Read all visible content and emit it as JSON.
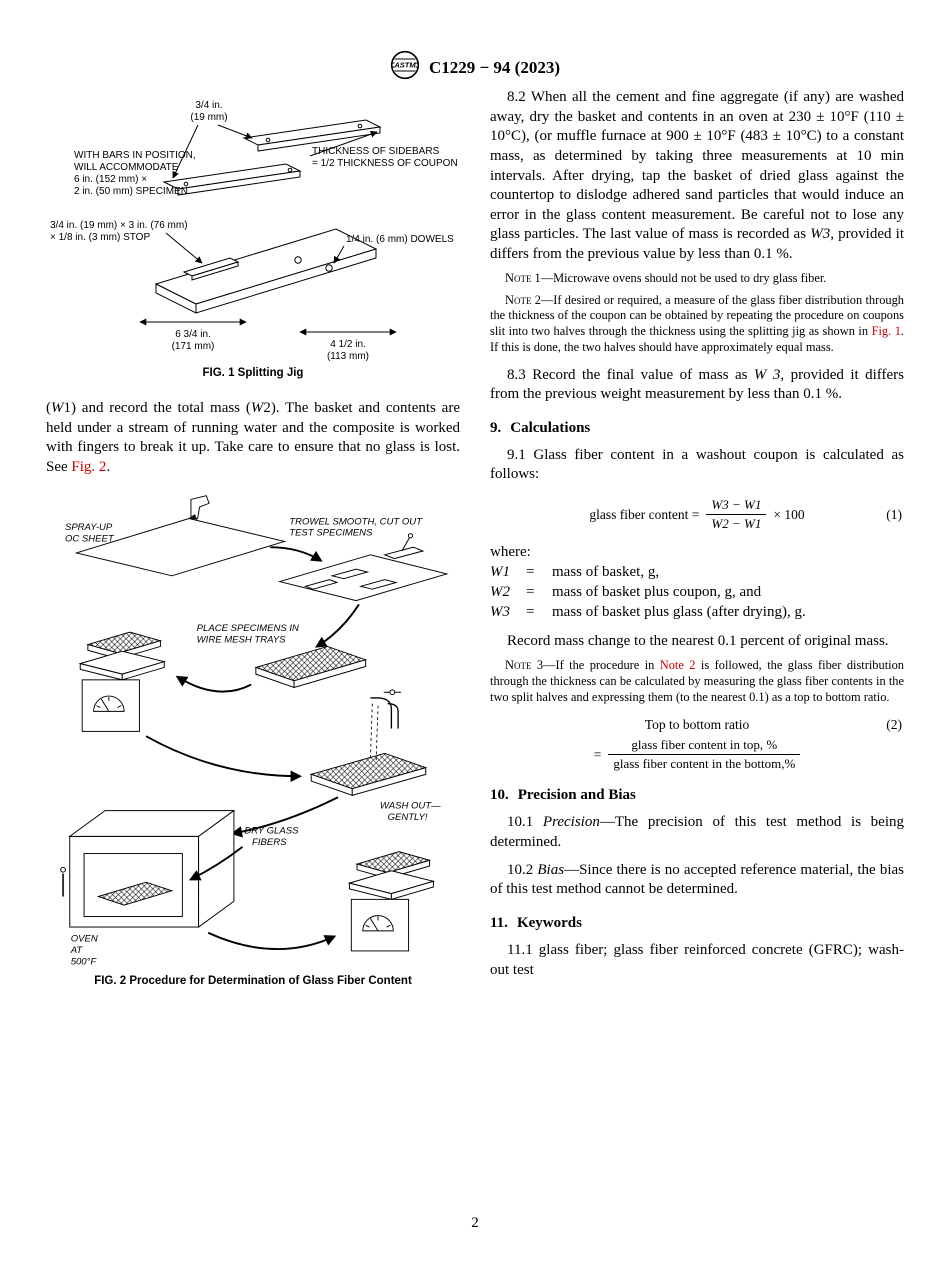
{
  "header": {
    "logo_text": "ASTM",
    "title": "C1229 − 94 (2023)"
  },
  "footer": {
    "page_number": "2"
  },
  "fig1": {
    "caption": "FIG. 1 Splitting Jig",
    "labels": {
      "dim_bar_1": "3/4 in.",
      "dim_bar_2": "(19 mm)",
      "thickness_1": "THICKNESS OF SIDEBARS",
      "thickness_2": "= 1/2 THICKNESS OF COUPON",
      "accommodate_1": "WITH BARS IN POSITION,",
      "accommodate_2": "WILL ACCOMMODATE",
      "accommodate_3": "6 in. (152 mm) ×",
      "accommodate_4": "2 in. (50 mm) SPECIMEN",
      "stop_1": "3/4 in. (19 mm) × 3 in. (76 mm)",
      "stop_2": "× 1/8 in. (3 mm) STOP",
      "dowels": "1/4 in. (6 mm) DOWELS",
      "dim_length_1": "6 3/4 in.",
      "dim_length_2": "(171 mm)",
      "dim_width_1": "4 1/2 in.",
      "dim_width_2": "(113 mm)"
    }
  },
  "left_text": {
    "p1": "(",
    "w1": "W",
    "p2": "1) and record the total mass (",
    "w2": "W",
    "p3": "2). The basket and contents are held under a stream of running water and the composite is worked with fingers to break it up. Take care to ensure that no glass is lost. See ",
    "link": "Fig. 2",
    "p4": "."
  },
  "fig2": {
    "caption": "FIG. 2 Procedure for Determination of Glass Fiber Content",
    "labels": {
      "spray_1": "SPRAY-UP",
      "spray_2": "OC SHEET",
      "trowel_1": "TROWEL SMOOTH, CUT OUT",
      "trowel_2": "TEST SPECIMENS",
      "place_1": "PLACE SPECIMENS IN",
      "place_2": "WIRE MESH TRAYS",
      "wash_1": "WASH OUT—",
      "wash_2": "GENTLY!",
      "dry_1": "DRY GLASS",
      "dry_2": "FIBERS",
      "oven_1": "OVEN",
      "oven_2": "AT",
      "oven_3": "500°F"
    }
  },
  "sec8": {
    "p82_pre": "8.2 When all the cement and fine aggregate (if any) are washed away, dry the basket and contents in an oven at 230 ± 10°F (110 ± 10°C), (or muffle furnace at 900 ± 10°F (483 ± 10°C) to a constant mass, as determined by taking three measurements at 10 min intervals. After drying, tap the basket of dried glass against the countertop to dislodge adhered sand particles that would induce an error in the glass content measurement. Be careful not to lose any glass particles. The last value of mass is recorded as ",
    "p82_w3": "W3",
    "p82_post": ", provided it differs from the previous value by less than 0.1 %.",
    "note1_label": "Note 1—",
    "note1_text": "Microwave ovens should not be used to dry glass fiber.",
    "note2_label": "Note 2—",
    "note2_pre": "If desired or required, a measure of the glass fiber distribution through the thickness of the coupon can be obtained by repeating the procedure on coupons slit into two halves through the thickness using the splitting jig as shown in ",
    "note2_link": "Fig. 1",
    "note2_post": ". If this is done, the two halves should have approximately equal mass.",
    "p83_pre": "8.3 Record the final value of mass as ",
    "p83_w3": "W 3",
    "p83_post": ", provided it differs from the previous weight measurement by less than 0.1 %."
  },
  "sec9": {
    "heading_num": "9.",
    "heading": "Calculations",
    "p91": "9.1 Glass fiber content in a washout coupon is calculated as follows:",
    "eq1_lhs": "glass fiber content =",
    "eq1_num": "W3 − W1",
    "eq1_den": "W2 − W1",
    "eq1_suffix": "× 100",
    "eq1_number": "(1)",
    "where_label": "where:",
    "where_rows": [
      {
        "sym": "W1",
        "eq": "=",
        "desc": "mass of basket, g,"
      },
      {
        "sym": "W2",
        "eq": "=",
        "desc": "mass of basket plus coupon, g, and"
      },
      {
        "sym": "W3",
        "eq": "=",
        "desc": "mass of basket plus glass (after drying), g."
      }
    ],
    "record": "Record mass change to the nearest 0.1 percent of original mass.",
    "note3_label": "Note 3—",
    "note3_pre": "If the procedure in ",
    "note3_link": "Note 2",
    "note3_post": " is followed, the glass fiber distribution through the thickness can be calculated by measuring the glass fiber contents in the two split halves and expressing them (to the nearest 0.1) as a top to bottom ratio.",
    "eq2_title": "Top to bottom ratio",
    "eq2_number": "(2)",
    "eq2_eq": "=",
    "eq2_num": "glass fiber content in top, %",
    "eq2_den": "glass fiber content in the bottom,%"
  },
  "sec10": {
    "heading_num": "10.",
    "heading": "Precision and Bias",
    "p101_num": "10.1 ",
    "p101_term": "Precision",
    "p101_text": "—The precision of this test method is being determined.",
    "p102_num": "10.2 ",
    "p102_term": "Bias",
    "p102_text": "—Since there is no accepted reference material, the bias of this test method cannot be determined."
  },
  "sec11": {
    "heading_num": "11.",
    "heading": "Keywords",
    "p111": "11.1 glass fiber; glass fiber reinforced concrete (GFRC); wash-out test"
  }
}
